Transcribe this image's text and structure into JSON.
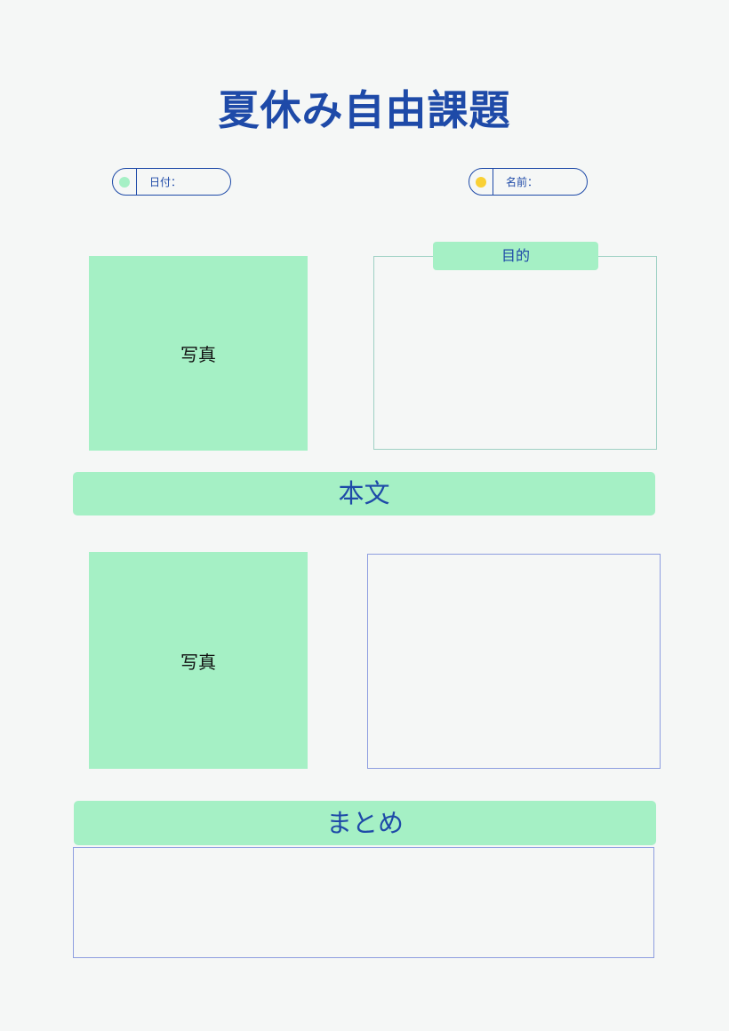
{
  "title": "夏休み自由課題",
  "fields": {
    "date": {
      "label": "日付：",
      "dot_color": "#a5f0c5"
    },
    "name": {
      "label": "名前：",
      "dot_color": "#f9d035"
    }
  },
  "purpose": {
    "label": "目的"
  },
  "photos": [
    {
      "label": "写真"
    },
    {
      "label": "写真"
    }
  ],
  "sections": {
    "body": "本文",
    "summary": "まとめ"
  },
  "colors": {
    "accent": "#1e4aa8",
    "green": "#a5f0c5",
    "background": "#f5f7f6"
  }
}
